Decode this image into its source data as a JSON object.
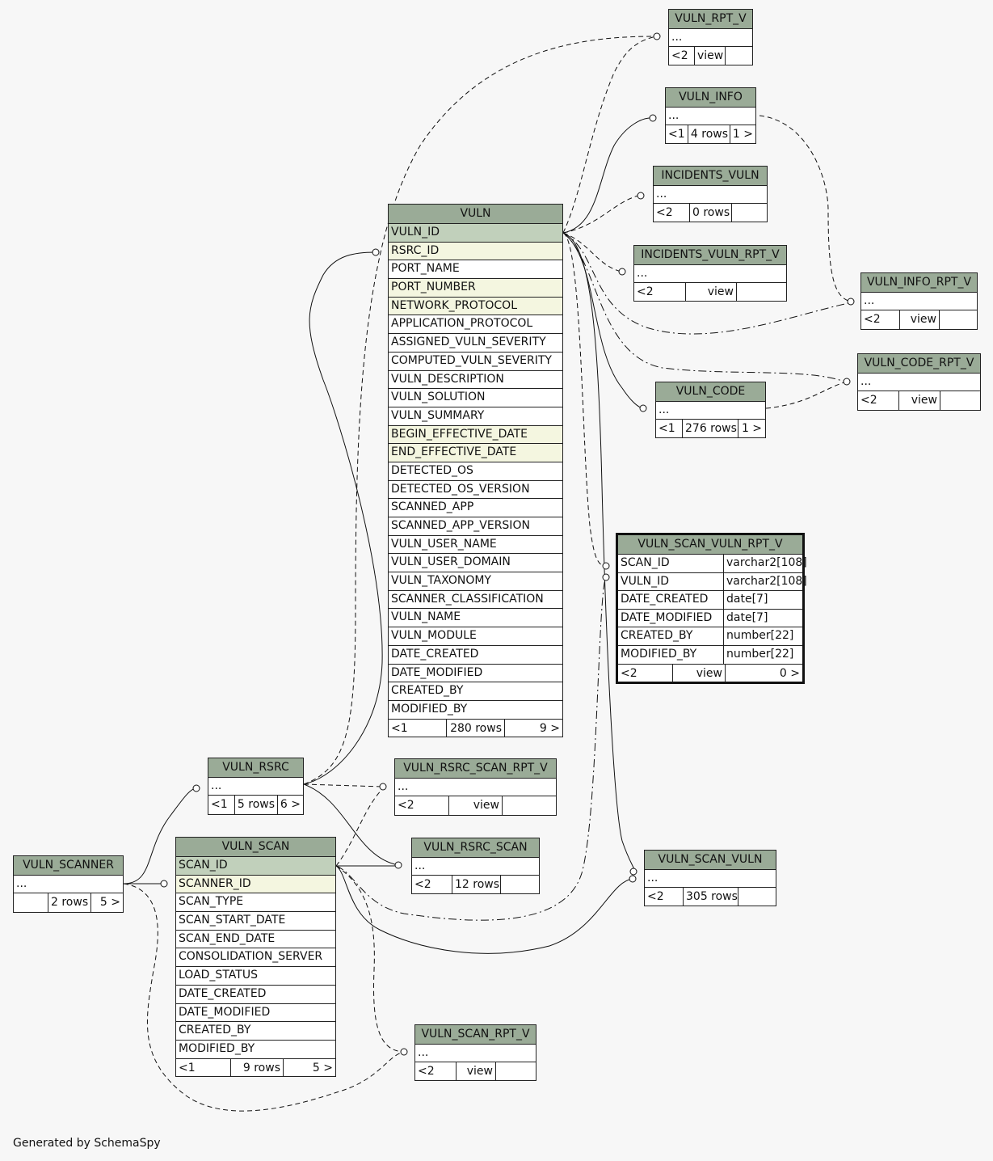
{
  "generated_by": "Generated by SchemaSpy",
  "tables": {
    "vuln_rpt_v": {
      "name": "VULN_RPT_V",
      "cols": [
        "..."
      ],
      "foot": [
        "<2",
        "view",
        ""
      ]
    },
    "vuln_info": {
      "name": "VULN_INFO",
      "cols": [
        "..."
      ],
      "foot": [
        "<1",
        "4 rows",
        "1 >"
      ]
    },
    "incidents_vuln": {
      "name": "INCIDENTS_VULN",
      "cols": [
        "..."
      ],
      "foot": [
        "<2",
        "0 rows",
        ""
      ]
    },
    "incidents_vuln_rpt_v": {
      "name": "INCIDENTS_VULN_RPT_V",
      "cols": [
        "..."
      ],
      "foot": [
        "<2",
        "view",
        ""
      ]
    },
    "vuln_info_rpt_v": {
      "name": "VULN_INFO_RPT_V",
      "cols": [
        "..."
      ],
      "foot": [
        "<2",
        "view",
        ""
      ]
    },
    "vuln_code_rpt_v": {
      "name": "VULN_CODE_RPT_V",
      "cols": [
        "..."
      ],
      "foot": [
        "<2",
        "view",
        ""
      ]
    },
    "vuln_code": {
      "name": "VULN_CODE",
      "cols": [
        "..."
      ],
      "foot": [
        "<1",
        "276 rows",
        "1 >"
      ]
    },
    "vuln": {
      "name": "VULN",
      "cols": [
        "VULN_ID",
        "RSRC_ID",
        "PORT_NAME",
        "PORT_NUMBER",
        "NETWORK_PROTOCOL",
        "APPLICATION_PROTOCOL",
        "ASSIGNED_VULN_SEVERITY",
        "COMPUTED_VULN_SEVERITY",
        "VULN_DESCRIPTION",
        "VULN_SOLUTION",
        "VULN_SUMMARY",
        "BEGIN_EFFECTIVE_DATE",
        "END_EFFECTIVE_DATE",
        "DETECTED_OS",
        "DETECTED_OS_VERSION",
        "SCANNED_APP",
        "SCANNED_APP_VERSION",
        "VULN_USER_NAME",
        "VULN_USER_DOMAIN",
        "VULN_TAXONOMY",
        "SCANNER_CLASSIFICATION",
        "VULN_NAME",
        "VULN_MODULE",
        "DATE_CREATED",
        "DATE_MODIFIED",
        "CREATED_BY",
        "MODIFIED_BY"
      ],
      "pk": [
        0
      ],
      "fk": [
        1,
        3,
        4,
        11,
        12
      ],
      "foot": [
        "<1",
        "280 rows",
        "9 >"
      ]
    },
    "vuln_scan_vuln_rpt_v": {
      "name": "VULN_SCAN_VULN_RPT_V",
      "cols": [
        "SCAN_ID",
        "VULN_ID",
        "DATE_CREATED",
        "DATE_MODIFIED",
        "CREATED_BY",
        "MODIFIED_BY"
      ],
      "types": [
        "varchar2[108]",
        "varchar2[108]",
        "date[7]",
        "date[7]",
        "number[22]",
        "number[22]"
      ],
      "foot": [
        "<2",
        "view",
        "0 >"
      ]
    },
    "vuln_rsrc": {
      "name": "VULN_RSRC",
      "cols": [
        "..."
      ],
      "foot": [
        "<1",
        "5 rows",
        "6 >"
      ]
    },
    "vuln_rsrc_scan_rpt_v": {
      "name": "VULN_RSRC_SCAN_RPT_V",
      "cols": [
        "..."
      ],
      "foot": [
        "<2",
        "view",
        ""
      ]
    },
    "vuln_rsrc_scan": {
      "name": "VULN_RSRC_SCAN",
      "cols": [
        "..."
      ],
      "foot": [
        "<2",
        "12 rows",
        ""
      ]
    },
    "vuln_scan_vuln": {
      "name": "VULN_SCAN_VULN",
      "cols": [
        "..."
      ],
      "foot": [
        "<2",
        "305 rows",
        ""
      ]
    },
    "vuln_scanner": {
      "name": "VULN_SCANNER",
      "cols": [
        "..."
      ],
      "foot": [
        "",
        "2 rows",
        "5 >"
      ]
    },
    "vuln_scan": {
      "name": "VULN_SCAN",
      "cols": [
        "SCAN_ID",
        "SCANNER_ID",
        "SCAN_TYPE",
        "SCAN_START_DATE",
        "SCAN_END_DATE",
        "CONSOLIDATION_SERVER",
        "LOAD_STATUS",
        "DATE_CREATED",
        "DATE_MODIFIED",
        "CREATED_BY",
        "MODIFIED_BY"
      ],
      "pk": [
        0
      ],
      "fk": [
        1
      ],
      "foot": [
        "<1",
        "9 rows",
        "5 >"
      ]
    },
    "vuln_scan_rpt_v": {
      "name": "VULN_SCAN_RPT_V",
      "cols": [
        "..."
      ],
      "foot": [
        "<2",
        "view",
        ""
      ]
    }
  },
  "colors": {
    "header": "#9aab97",
    "primary_key": "#c1d0bb",
    "foreign_key": "#f4f6e0",
    "background": "#f7f7f7"
  }
}
